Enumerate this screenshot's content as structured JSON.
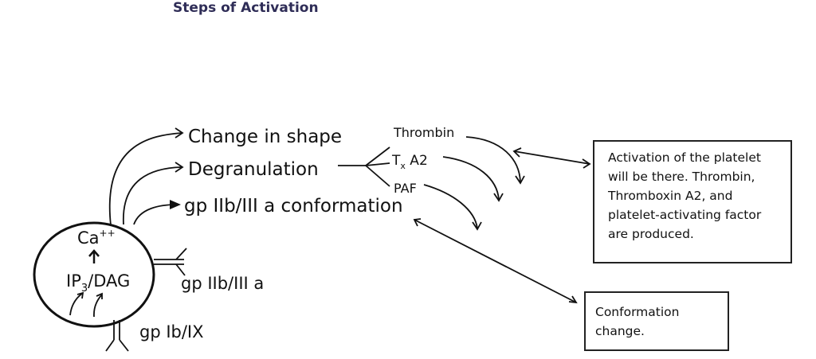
{
  "header": {
    "title": "Steps of Activation"
  },
  "outcomes": {
    "shape": "Change in shape",
    "degranulation": "Degranulation",
    "conformation": "gp IIb/III a conformation"
  },
  "cell": {
    "calcium": "Ca",
    "calcium_charge": "++",
    "second_messenger_main": "IP",
    "second_messenger_sub": "3",
    "second_messenger_rest": "/DAG"
  },
  "receptors": {
    "gp2b3a": "gp IIb/III a",
    "gp1b9": "gp Ib/IX"
  },
  "released": {
    "thrombin": "Thrombin",
    "tx_main": "T",
    "tx_sub": "x",
    "tx_rest": " A2",
    "paf": "PAF"
  },
  "notes": {
    "activation_line1": "Activation of the platelet",
    "activation_line2": "will be there. Thrombin,",
    "activation_line3": "Thromboxin A2, and",
    "activation_line4": "platelet-activating factor",
    "activation_line5": "are produced.",
    "conformation_line1": "Conformation",
    "conformation_line2": "change."
  },
  "colors": {
    "title": "#2f2d57",
    "ink": "#111111"
  }
}
